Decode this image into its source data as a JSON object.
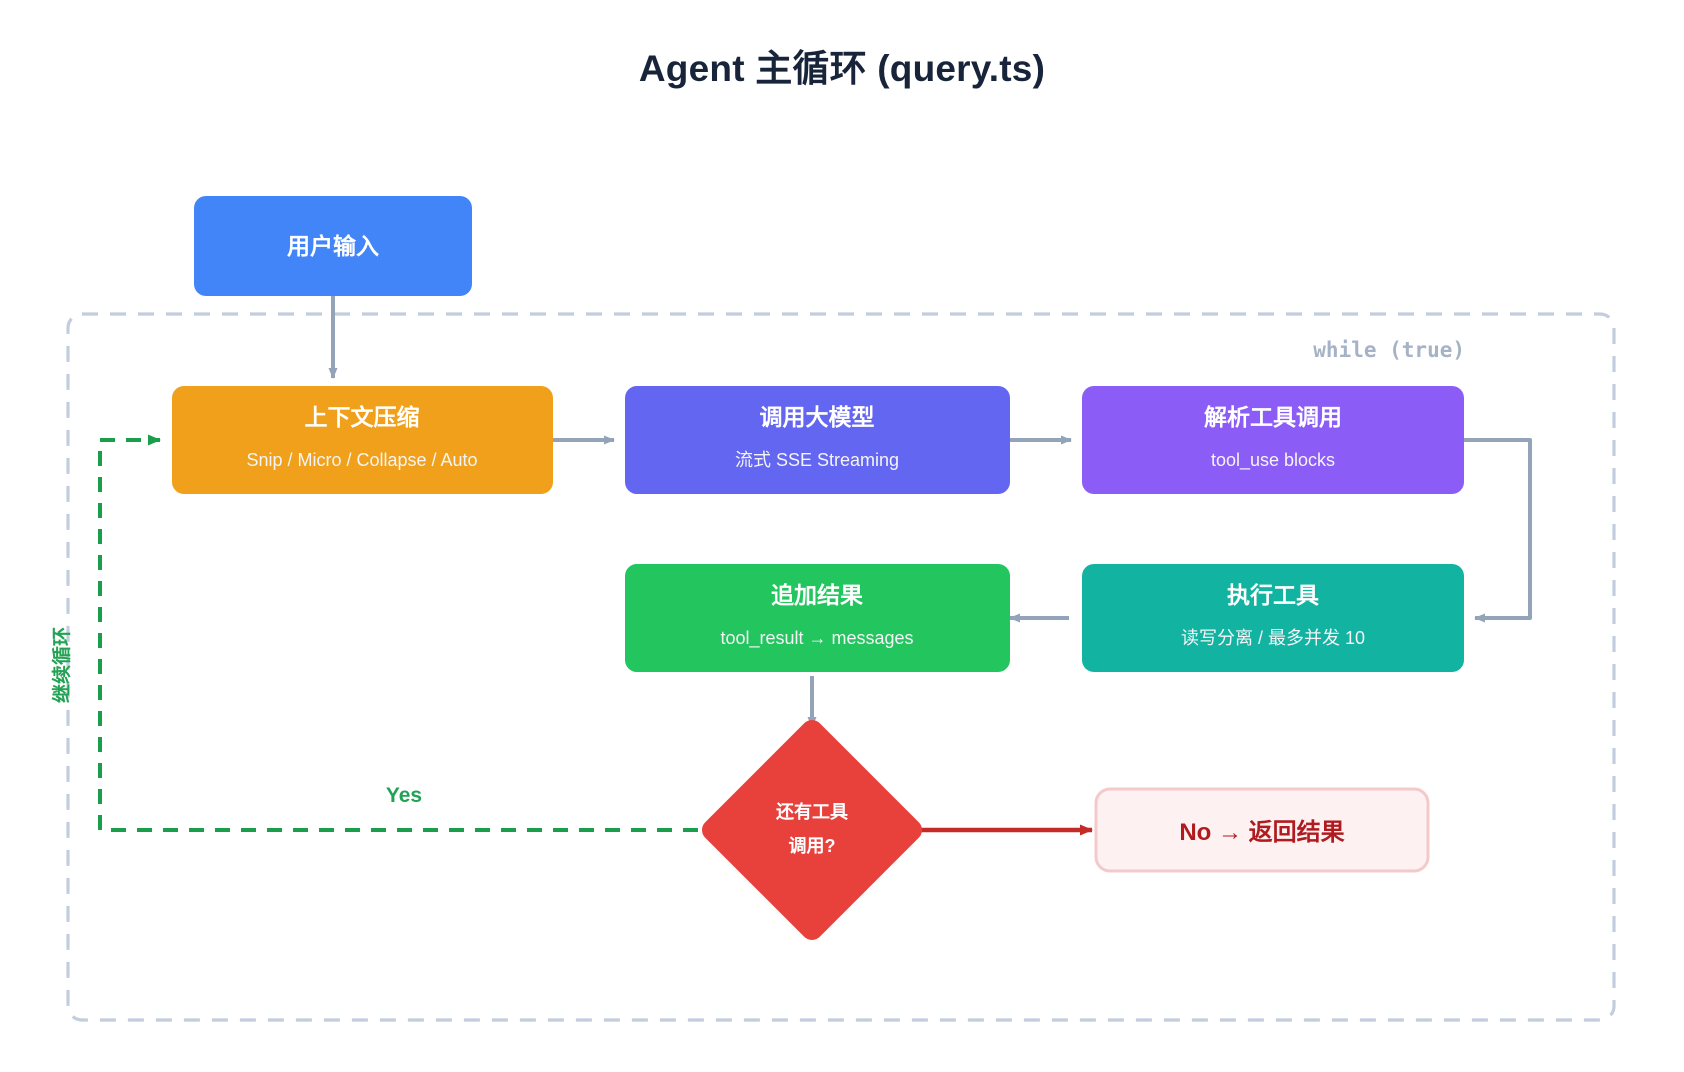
{
  "title": "Agent 主循环 (query.ts)",
  "loop_container": {
    "label": "while (true)",
    "border_color": "#c3cddd"
  },
  "nodes": [
    {
      "id": "user-input",
      "title": "用户输入",
      "subtitle": "",
      "color": "#4285f8",
      "shape": "rounded-rect"
    },
    {
      "id": "context-compress",
      "title": "上下文压缩",
      "subtitle": "Snip / Micro / Collapse / Auto",
      "color": "#f0a01a",
      "shape": "rounded-rect"
    },
    {
      "id": "call-llm",
      "title": "调用大模型",
      "subtitle": "流式 SSE Streaming",
      "color": "#6366f1",
      "shape": "rounded-rect"
    },
    {
      "id": "parse-tool-calls",
      "title": "解析工具调用",
      "subtitle": "tool_use blocks",
      "color": "#8b5cf6",
      "shape": "rounded-rect"
    },
    {
      "id": "execute-tools",
      "title": "执行工具",
      "subtitle": "读写分离 / 最多并发 10",
      "color": "#12b3a0",
      "shape": "rounded-rect"
    },
    {
      "id": "append-results",
      "title": "追加结果",
      "subtitle": "tool_result → messages",
      "color": "#22c55e",
      "shape": "rounded-rect"
    },
    {
      "id": "decision-more-tools",
      "title_line1": "还有工具",
      "title_line2": "调用?",
      "color": "#e8413c",
      "shape": "diamond"
    },
    {
      "id": "return-result",
      "title": "No → 返回结果",
      "color": "#fdf1f1",
      "border_color": "#f4c9c9",
      "text_color": "#b01b20",
      "shape": "rounded-rect-outline"
    }
  ],
  "edges": [
    {
      "id": "input-to-compress",
      "label": "",
      "color": "#93a3b8",
      "style": "solid"
    },
    {
      "id": "compress-to-llm",
      "label": "",
      "color": "#93a3b8",
      "style": "solid"
    },
    {
      "id": "llm-to-parse",
      "label": "",
      "color": "#93a3b8",
      "style": "solid"
    },
    {
      "id": "parse-to-execute",
      "label": "",
      "color": "#93a3b8",
      "style": "solid"
    },
    {
      "id": "execute-to-append",
      "label": "",
      "color": "#93a3b8",
      "style": "solid"
    },
    {
      "id": "append-to-decision",
      "label": "",
      "color": "#93a3b8",
      "style": "solid"
    },
    {
      "id": "decision-yes-loop",
      "label": "Yes",
      "color": "#22a354",
      "style": "dashed"
    },
    {
      "id": "loop-back-label",
      "label": "继续循环",
      "color": "#22a354",
      "style": "dashed"
    },
    {
      "id": "decision-no-return",
      "label": "",
      "color": "#c42a26",
      "style": "solid"
    }
  ]
}
